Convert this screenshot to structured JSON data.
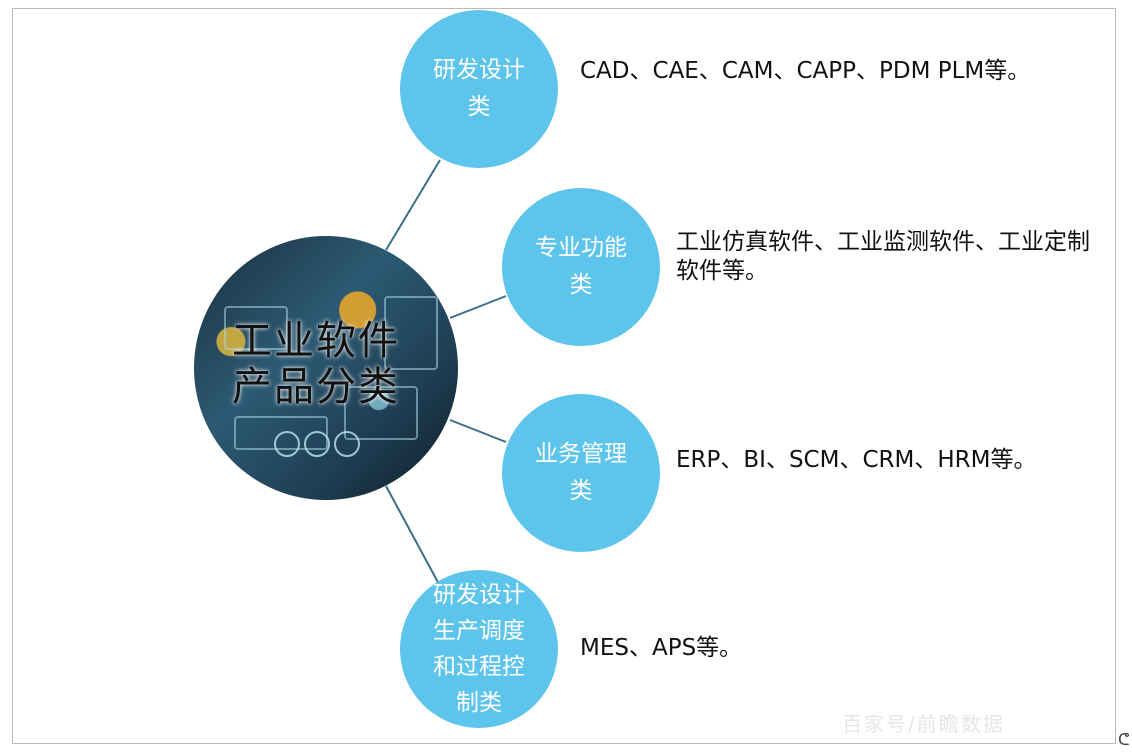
{
  "center": {
    "lines": [
      "工业软件",
      "产品分类"
    ]
  },
  "categories": [
    {
      "lines": [
        "研发设计",
        "类"
      ],
      "description": [
        "CAD、CAE、CAM、CAPP、PDM PLM等。"
      ]
    },
    {
      "lines": [
        "专业功能",
        "类"
      ],
      "description": [
        "工业仿真软件、工业监测软件、工业定制",
        "软件等。"
      ]
    },
    {
      "lines": [
        "业务管理",
        "类"
      ],
      "description": [
        "ERP、BI、SCM、CRM、HRM等。"
      ]
    },
    {
      "lines": [
        "研发设计",
        "生产调度",
        "和过程控",
        "制类"
      ],
      "description": [
        "MES、APS等。"
      ]
    }
  ],
  "colors": {
    "node_fill": "#5dc4ec",
    "connector": "#3b6e8a"
  },
  "watermark": "百家号/前瞻数据  ",
  "edge_mark": "ᕦ"
}
